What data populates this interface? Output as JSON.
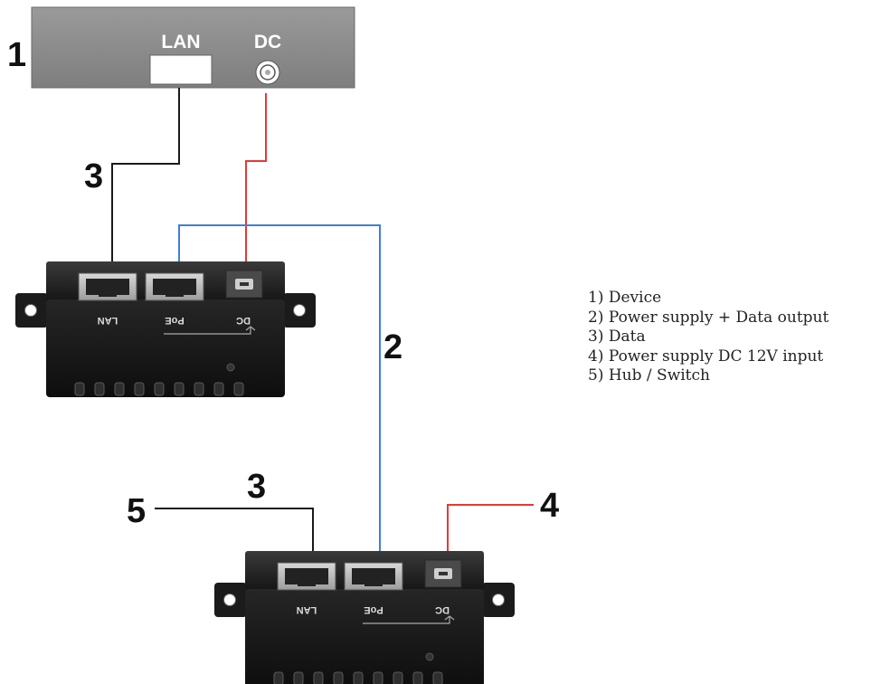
{
  "device": {
    "number": "1",
    "lan_label": "LAN",
    "dc_label": "DC"
  },
  "callouts": {
    "n2": "2",
    "n3_top": "3",
    "n3_bottom": "3",
    "n4": "4",
    "n5": "5"
  },
  "injector_top": {
    "lan": "LAN",
    "poe": "PoE",
    "dc": "DC"
  },
  "injector_bottom": {
    "lan": "LAN",
    "poe": "PoE",
    "dc": "DC"
  },
  "legend": [
    "1) Device",
    "2) Power supply + Data output",
    "3) Data",
    "4) Power supply DC 12V input",
    "5) Hub / Switch"
  ],
  "colors": {
    "device_gray": "#8c8c8c",
    "data_cable": "#1a1a1a",
    "power_cable": "#e53935",
    "poe_cable": "#3f7fd9",
    "box_body": "#1e1e1e"
  }
}
